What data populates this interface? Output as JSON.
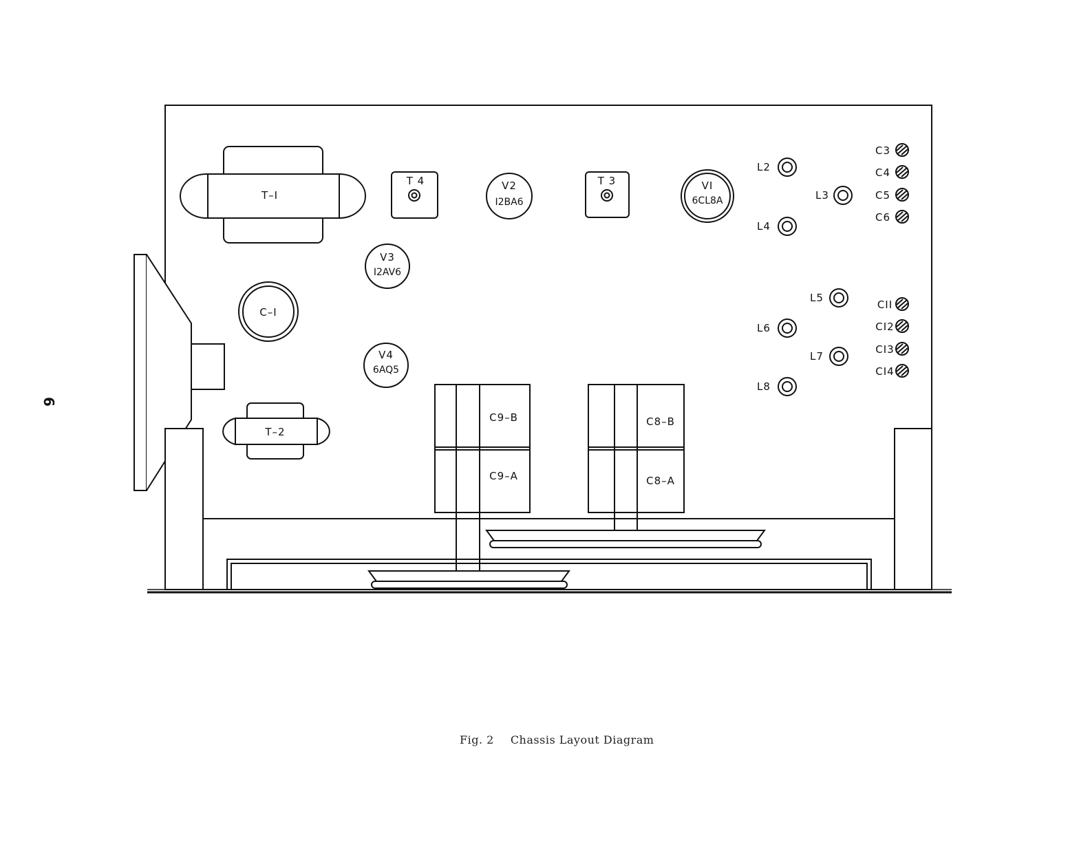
{
  "page_number": "6",
  "caption": {
    "figure": "Fig. 2",
    "title": "Chassis Layout Diagram"
  },
  "components": {
    "t1": "T–I",
    "t2": "T–2",
    "t3": "T  3",
    "t4": "T  4",
    "c1": "C–I",
    "v1": {
      "name": "VI",
      "type": "6CL8A"
    },
    "v2": {
      "name": "V2",
      "type": "I2BA6"
    },
    "v3": {
      "name": "V3",
      "type": "I2AV6"
    },
    "v4": {
      "name": "V4",
      "type": "6AQ5"
    },
    "c9b": "C9–B",
    "c9a": "C9–A",
    "c8b": "C8–B",
    "c8a": "C8–A"
  },
  "coils": [
    {
      "id": "l2",
      "label": "L2"
    },
    {
      "id": "l3",
      "label": "L3"
    },
    {
      "id": "l4",
      "label": "L4"
    },
    {
      "id": "l5",
      "label": "L5"
    },
    {
      "id": "l6",
      "label": "L6"
    },
    {
      "id": "l7",
      "label": "L7"
    },
    {
      "id": "l8",
      "label": "L8"
    }
  ],
  "trimmers": [
    {
      "id": "c3",
      "label": "C3"
    },
    {
      "id": "c4",
      "label": "C4"
    },
    {
      "id": "c5",
      "label": "C5"
    },
    {
      "id": "c6",
      "label": "C6"
    },
    {
      "id": "c11",
      "label": "CII"
    },
    {
      "id": "c12",
      "label": "CI2"
    },
    {
      "id": "c13",
      "label": "CI3"
    },
    {
      "id": "c14",
      "label": "CI4"
    }
  ]
}
